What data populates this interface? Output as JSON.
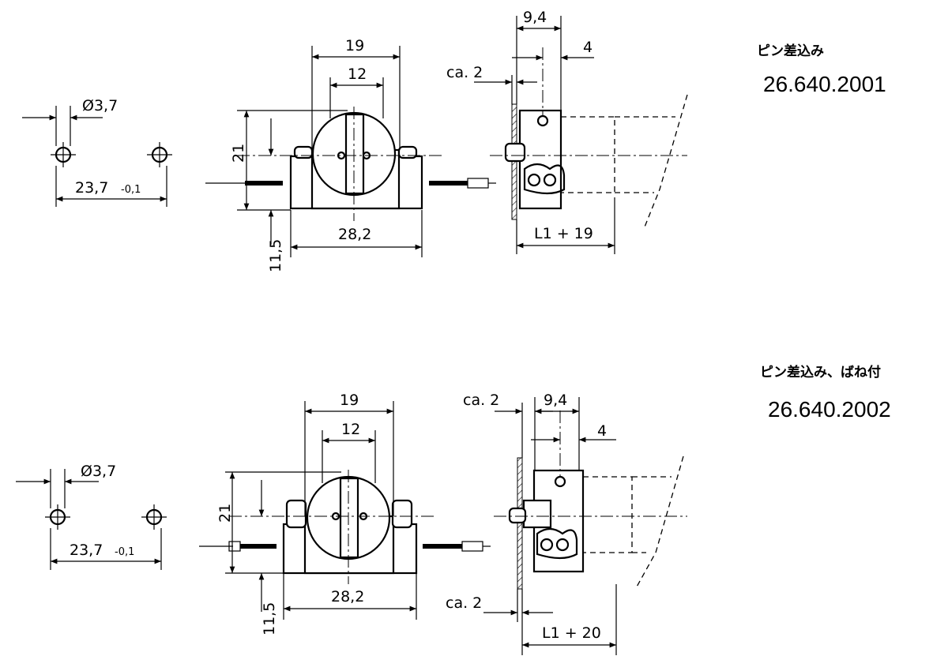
{
  "variant_top": {
    "name": "ピン差込み",
    "part_number": "26.640.2001",
    "dims": {
      "hole_diameter": "Ø3,7",
      "hole_spacing": "23,7",
      "hole_spacing_tol": "-0,1",
      "width_outer": "19",
      "width_inner": "12",
      "height": "21",
      "base_width": "28,2",
      "center_height": "11,5",
      "side_depth": "9,4",
      "side_pin": "4",
      "panel_clearance": "ca. 2",
      "length": "L1 + 19"
    }
  },
  "variant_bottom": {
    "name": "ピン差込み、ばね付",
    "part_number": "26.640.2002",
    "dims": {
      "hole_diameter": "Ø3,7",
      "hole_spacing": "23,7",
      "hole_spacing_tol": "-0,1",
      "width_outer": "19",
      "width_inner": "12",
      "height": "21",
      "base_width": "28,2",
      "center_height": "11,5",
      "side_depth": "9,4",
      "side_pin": "4",
      "panel_clearance_top": "ca. 2",
      "panel_clearance_bottom": "ca. 2",
      "length": "L1 + 20"
    }
  }
}
